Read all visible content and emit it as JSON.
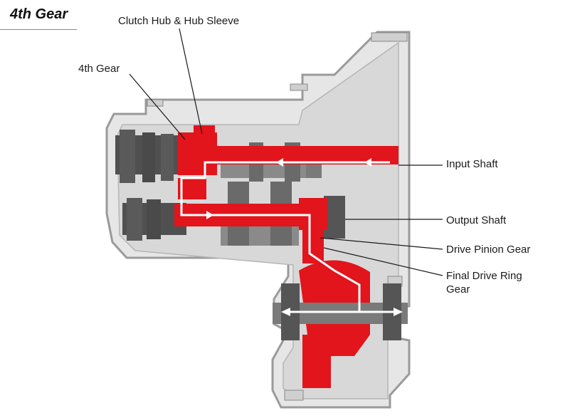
{
  "title": "4th Gear",
  "labels": {
    "clutch_hub": "Clutch Hub & Hub Sleeve",
    "fourth_gear": "4th Gear",
    "input_shaft": "Input Shaft",
    "output_shaft": "Output Shaft",
    "drive_pinion": "Drive Pinion Gear",
    "final_drive_line1": "Final Drive Ring",
    "final_drive_line2": "Gear"
  },
  "colors": {
    "power_flow": "#e2141c",
    "casing_fill": "#e6e6e6",
    "casing_outline": "#9a9a9a",
    "gear_dark": "#505050",
    "flow_arrow": "#ffffff"
  }
}
